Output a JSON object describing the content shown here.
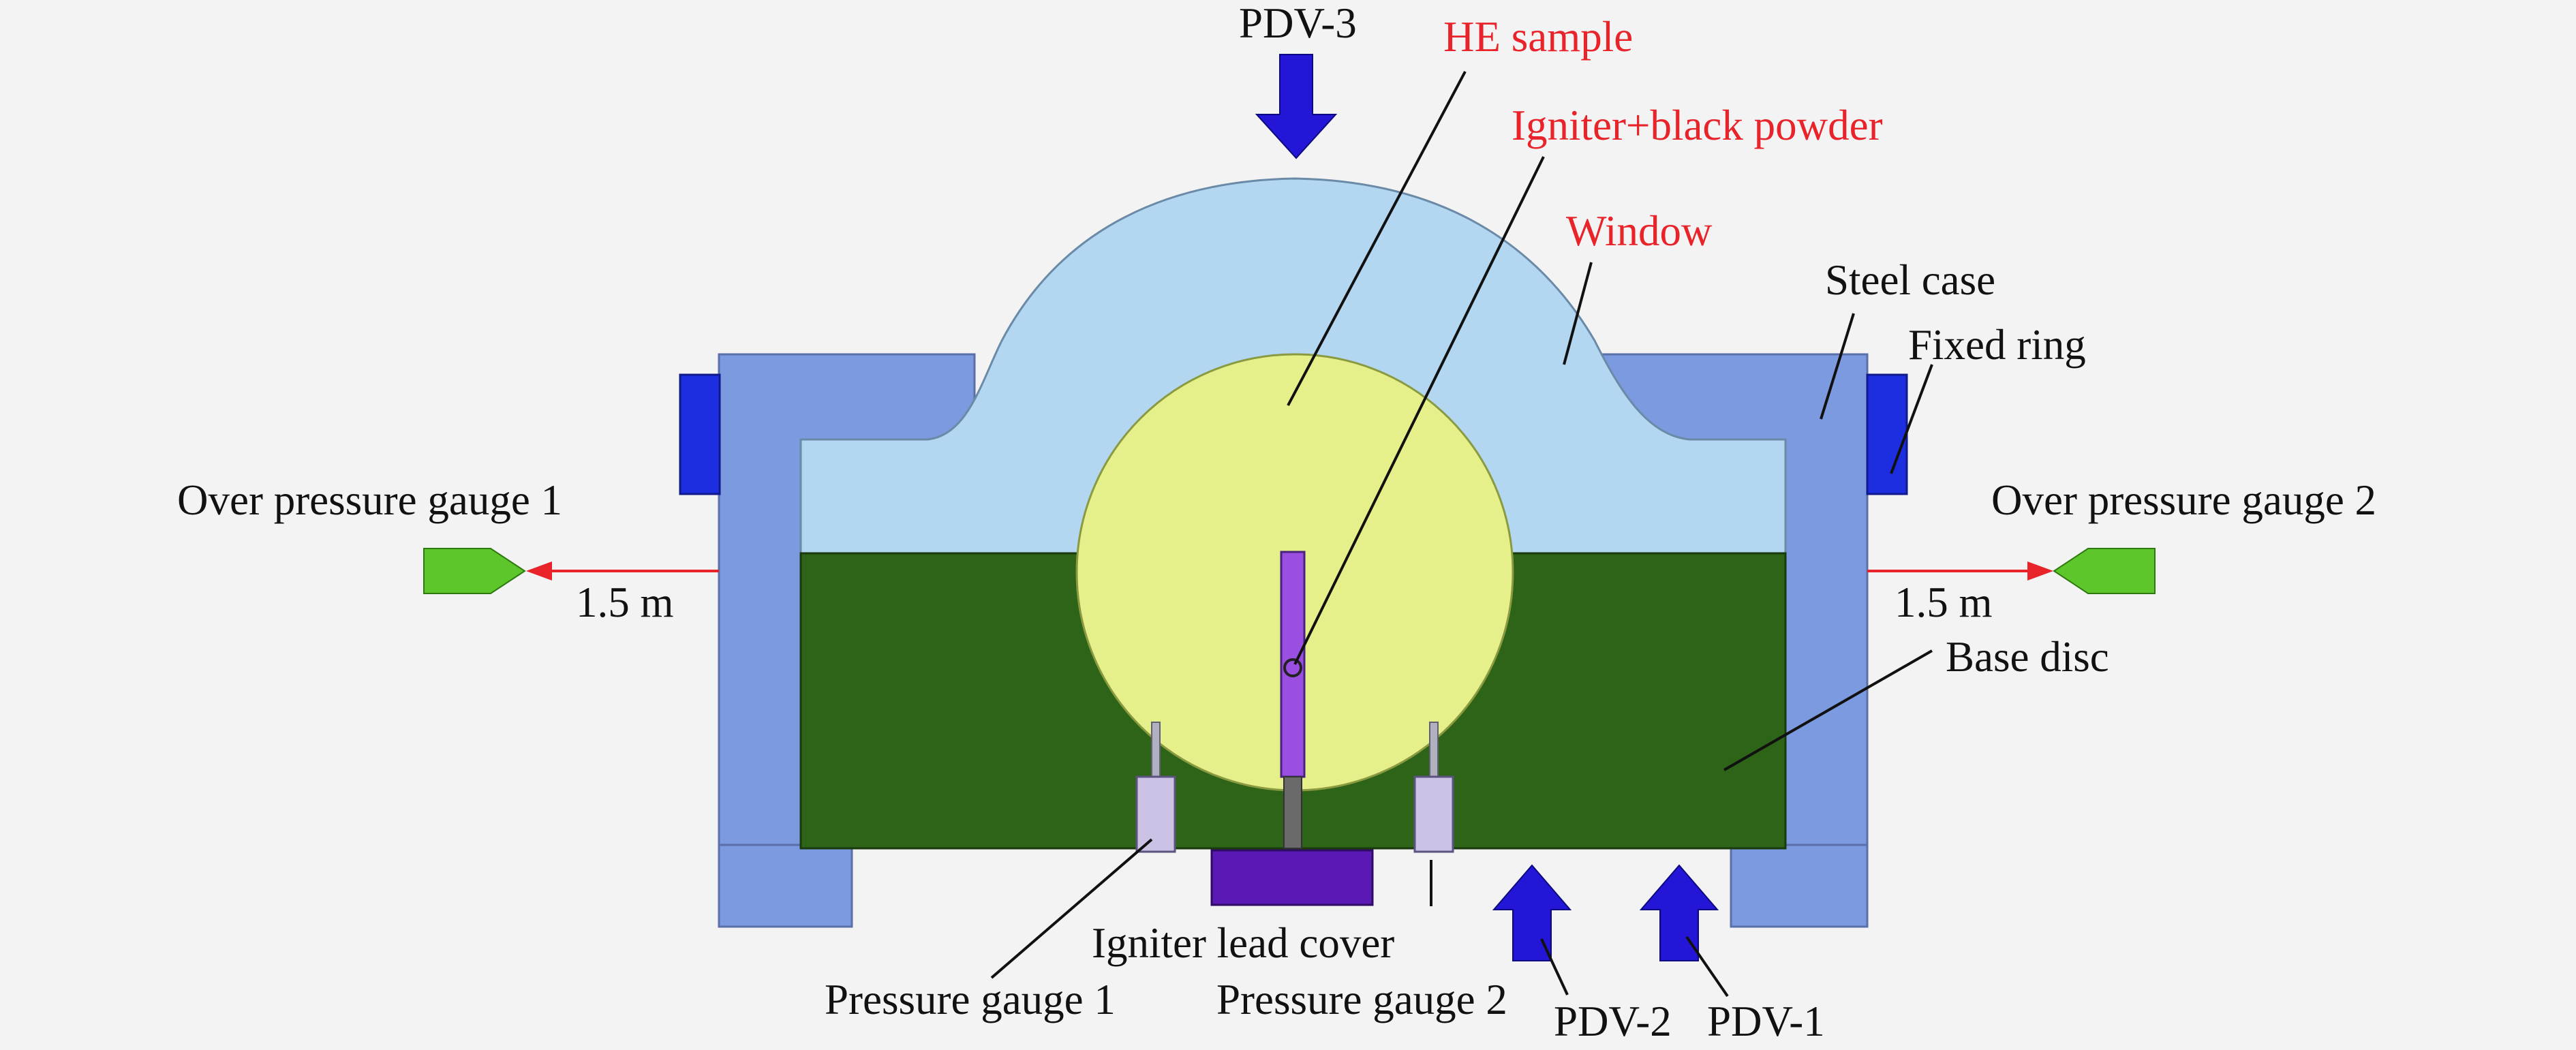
{
  "diagram": {
    "labels": {
      "pdv3": "PDV-3",
      "he_sample": "HE sample",
      "igniter": "Igniter+black powder",
      "window": "Window",
      "steel_case": "Steel case",
      "fixed_ring": "Fixed ring",
      "gauge1": "Over pressure gauge 1",
      "gauge2": "Over pressure gauge 2",
      "dist_left": "1.5 m",
      "dist_right": "1.5 m",
      "base_disc": "Base disc",
      "igniter_lead_cover": "Igniter lead cover",
      "pressure_gauge_1": "Pressure gauge 1",
      "pressure_gauge_2": "Pressure gauge 2",
      "pdv2": "PDV-2",
      "pdv1": "PDV-1"
    },
    "colors": {
      "background": "#f3f3f3",
      "steel_case": "#7b9ae0",
      "fixed_ring": "#1c2ee0",
      "window": "#b3d7f1",
      "he_sample": "#e6f08a",
      "base_disc": "#2d6418",
      "igniter": "#9a4fe0",
      "lead_cover": "#5a19b4",
      "pdv_arrow": "#2416d6",
      "gauge_green": "#5cc62a",
      "distance_arrow": "#e8232a",
      "highlight_text": "#e8232a",
      "text": "#111111"
    }
  }
}
